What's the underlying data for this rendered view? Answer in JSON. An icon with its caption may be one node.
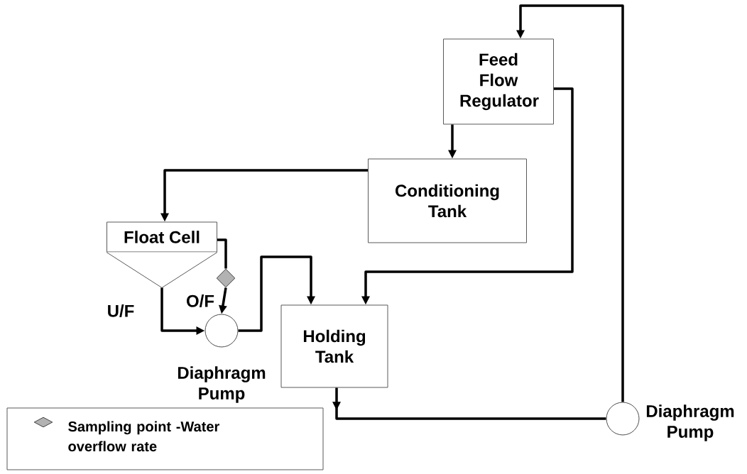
{
  "diagram": {
    "nodes": [
      {
        "text": [
          "Feed Flow Regulator"
        ]
      },
      {
        "text": [
          "Conditioning Tank"
        ]
      },
      {
        "text": [
          "Float Cell"
        ]
      },
      {
        "text": [],
        "shape": "diamond"
      },
      {
        "text": [],
        "shape": "circle",
        "beside": [
          "Diaphragm Pump"
        ]
      },
      {
        "text": [
          "Holding Tank"
        ]
      },
      {
        "text": [],
        "shape": "circle",
        "beside": [
          "Diaphragm Pump"
        ]
      }
    ],
    "edges": [
      {
        "from": 6,
        "to": 0,
        "arrow": "to"
      },
      {
        "from": 0,
        "to": 1,
        "arrow": "to"
      },
      {
        "from": 0,
        "to": 5,
        "arrow": "to"
      },
      {
        "from": 1,
        "to": 2,
        "arrow": "to"
      },
      {
        "from": 2,
        "to": 4,
        "arrow": "to",
        "label": "U/F"
      },
      {
        "from": 2,
        "to": 3,
        "arrow": "none"
      },
      {
        "from": 3,
        "to": 4,
        "arrow": "to",
        "label": "O/F"
      },
      {
        "from": 4,
        "to": 5,
        "arrow": "to"
      },
      {
        "from": 5,
        "to": 6,
        "arrow": "to"
      }
    ],
    "legend": [
      {
        "text": "Sampling point -Water overflow rate"
      }
    ]
  }
}
